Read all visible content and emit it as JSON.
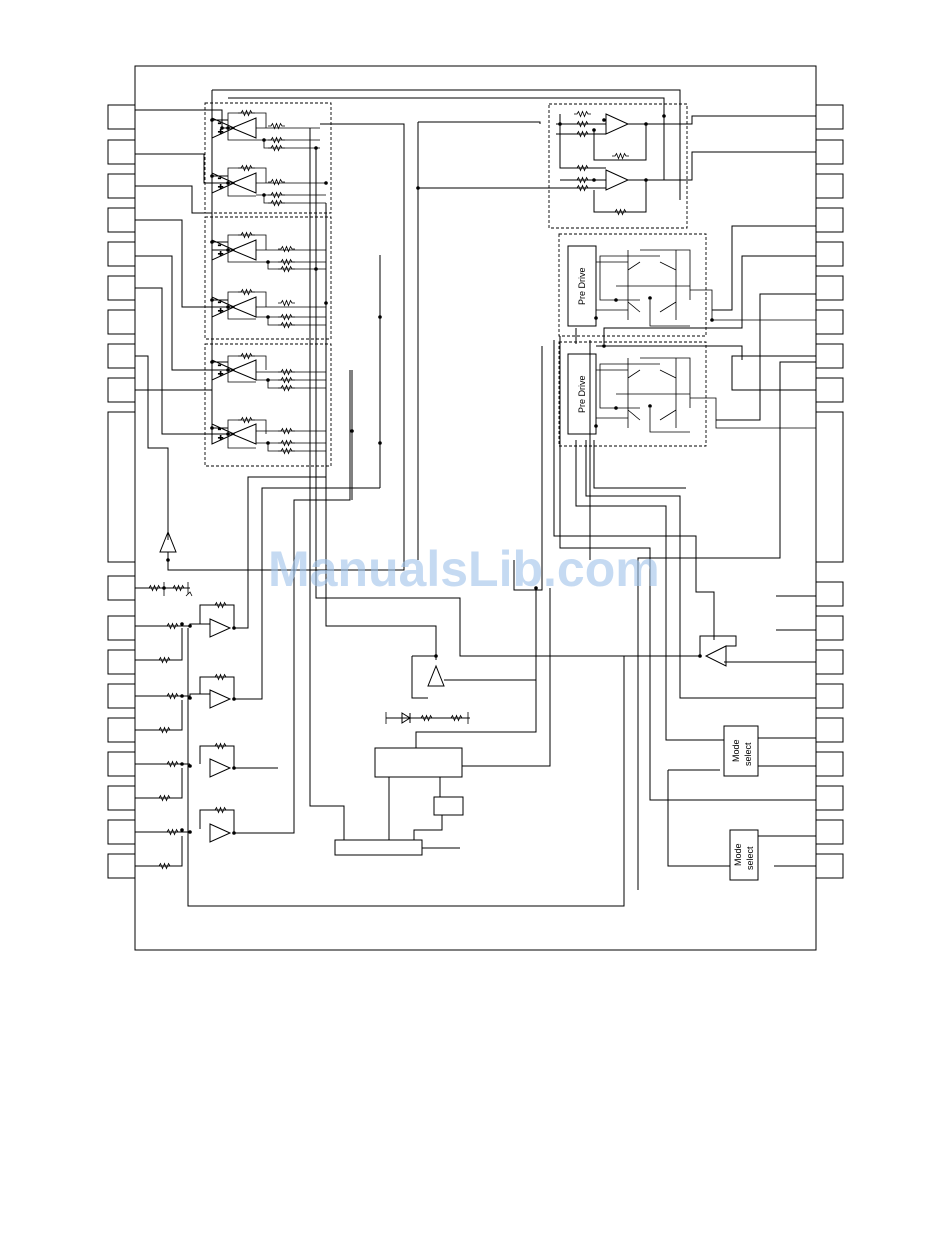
{
  "diagram": {
    "blocks": {
      "pre_drive_1": "Pre Drive",
      "pre_drive_2": "Pre Drive",
      "mode_select_1": [
        "Mode",
        "select"
      ],
      "mode_select_2": [
        "Mode",
        "select"
      ]
    }
  },
  "watermark": "ManualsLib.com"
}
